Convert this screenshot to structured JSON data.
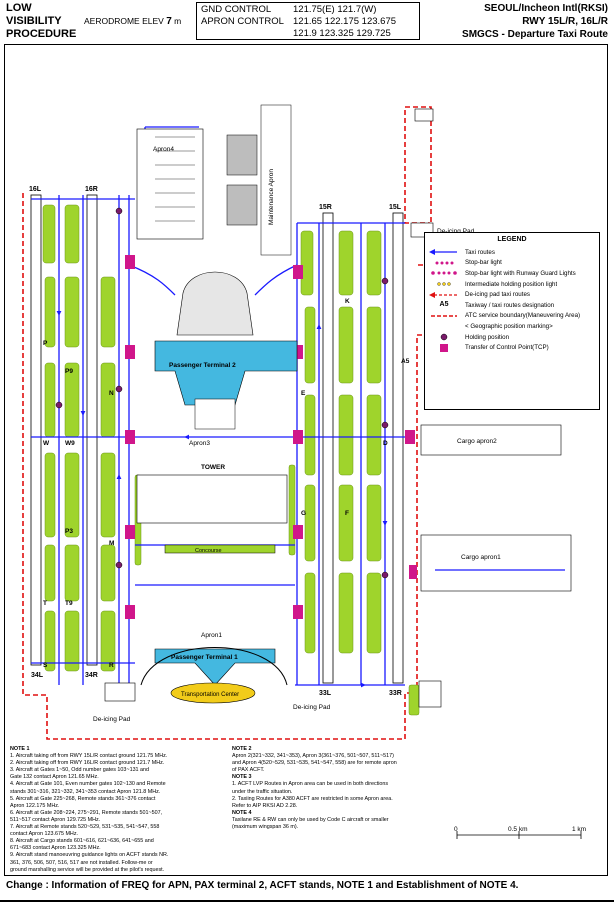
{
  "header": {
    "procedure_line1": "LOW",
    "procedure_line2": "VISIBILITY",
    "procedure_line3": "PROCEDURE",
    "elev_label": "AERODROME ELEV",
    "elev_value": "7",
    "elev_unit": "m",
    "freq": [
      {
        "label": "GND  CONTROL",
        "value": "121.75(E)  121.7(W)"
      },
      {
        "label": "APRON CONTROL",
        "value": "121.65  122.175  123.675"
      },
      {
        "label": "",
        "value": "121.9  123.325  129.725"
      }
    ],
    "airport": "SEOUL/Incheon Intl(RKSI)",
    "runways": "RWY 15L/R, 16L/R",
    "chart_name": "SMGCS - Departure Taxi Route"
  },
  "map": {
    "runway_labels": [
      "16L",
      "16R",
      "15R",
      "15L",
      "34L",
      "34R",
      "33R",
      "33L"
    ],
    "taxiway_labels": [
      "W",
      "P",
      "T",
      "N",
      "M",
      "E",
      "K",
      "G",
      "F",
      "D",
      "S",
      "R",
      "P9",
      "P3",
      "W9",
      "T9",
      "A5"
    ],
    "area_labels": {
      "apron4": "Apron4",
      "apron3": "Apron3",
      "apron1": "Apron1",
      "terminal2": "Passenger Terminal 2",
      "terminal1": "Passenger Terminal 1",
      "cargo2": "Cargo apron2",
      "cargo1": "Cargo apron1",
      "tower": "TOWER",
      "transport": "Transportation Center",
      "deicing": "De-icing Pad",
      "maintenance": "Maintenance Apron",
      "concourse": "Concourse"
    }
  },
  "legend": {
    "title": "LEGEND",
    "items": [
      {
        "sym": "taxi-route-arrow",
        "text": "Taxi routes"
      },
      {
        "sym": "stop-bar",
        "text": "Stop-bar light"
      },
      {
        "sym": "stop-bar-guard",
        "text": "Stop-bar light with Runway Guard Lights"
      },
      {
        "sym": "ihp-light",
        "text": "Intermediate holding position light"
      },
      {
        "sym": "deicing-route",
        "text": "De-icing pad taxi routes"
      },
      {
        "sym": "designation",
        "label": "A5",
        "text": "Taxiway / taxi routes designation"
      },
      {
        "sym": "atc-boundary",
        "text": "ATC service boundary(Maneuvering Area)"
      },
      {
        "sym": "geo-marking",
        "text": "< Geographic position marking>"
      },
      {
        "sym": "holding-position",
        "text": "Holding position"
      },
      {
        "sym": "tcp",
        "text": "Transfer of Control Point(TCP)"
      }
    ]
  },
  "notes": {
    "note1_title": "NOTE 1",
    "note1": [
      "1. Aircraft taking off from RWY 15L/R contact ground 121.75 MHz.",
      "2. Aircraft taking off from RWY 16L/R contact ground 121.7 MHz.",
      "3. Aircraft at Gates 1~50, Odd number gates 103~131 and",
      "    Gate 132 contact Apron 121.65 MHz.",
      "4. Aircraft at Gate 101, Even number gates 102~130 and Remote",
      "    stands 301~316, 321~332, 341~353 contact Apron 121.8 MHz.",
      "5. Aircraft at Gate 225~268, Remote stands 361~376 contact",
      "    Apron 122.175 MHz.",
      "6. Aircraft at Gate 208~224, 275~291, Remote stands 501~507,",
      "    511~517 contact Apron 129.725 MHz.",
      "7. Aircraft at Remote stands 520~529, 531~535, 541~547, 558",
      "    contact Apron 123.675 MHz.",
      "8. Aircraft at Cargo stands 601~616, 621~636, 641~655 and",
      "    671~683 contact Apron 123.325 MHz.",
      "9. Aircraft stand manoeuvring guidance lights on ACFT stands NR.",
      "    361, 376, 506, 507, 516, 517 are not installed. Follow-me or",
      "    ground marshalling service will be provided at the pilot's request."
    ],
    "note2_title": "NOTE 2",
    "note2": [
      "Apron 2(321~332, 341~353), Apron 3(361~376, 501~507, 511~517)",
      "and Apron 4(520~529, 531~535, 541~547, 558) are for remote apron",
      "of PAX ACFT."
    ],
    "note3_title": "NOTE 3",
    "note3": [
      "1. ACFT LVP Routes in Apron area can be used in both directions",
      "    under the traffic situation.",
      "2. Taxiing Routes for A380 ACFT are restricted in some Apron area.",
      "    Refer to AIP RKSI AD 2.28."
    ],
    "note4_title": "NOTE 4",
    "note4": [
      "Taxilane RE & RW can only be used by Code C aircraft or smaller",
      "(maximum wingspan 36 m)."
    ]
  },
  "scale": {
    "left": "0",
    "mid": "0.5 km",
    "right": "1 km"
  },
  "footer": {
    "text": "Change : Information of FREQ for APN, PAX terminal 2, ACFT stands, NOTE 1 and Establishment of NOTE 4."
  },
  "colors": {
    "grass": "#9fd42c",
    "taxi_route": "#1a1aff",
    "atc_boundary": "#e01010",
    "stopbar": "#d0168a",
    "terminal": "#44b8e0",
    "transport": "#f2cc1a"
  }
}
